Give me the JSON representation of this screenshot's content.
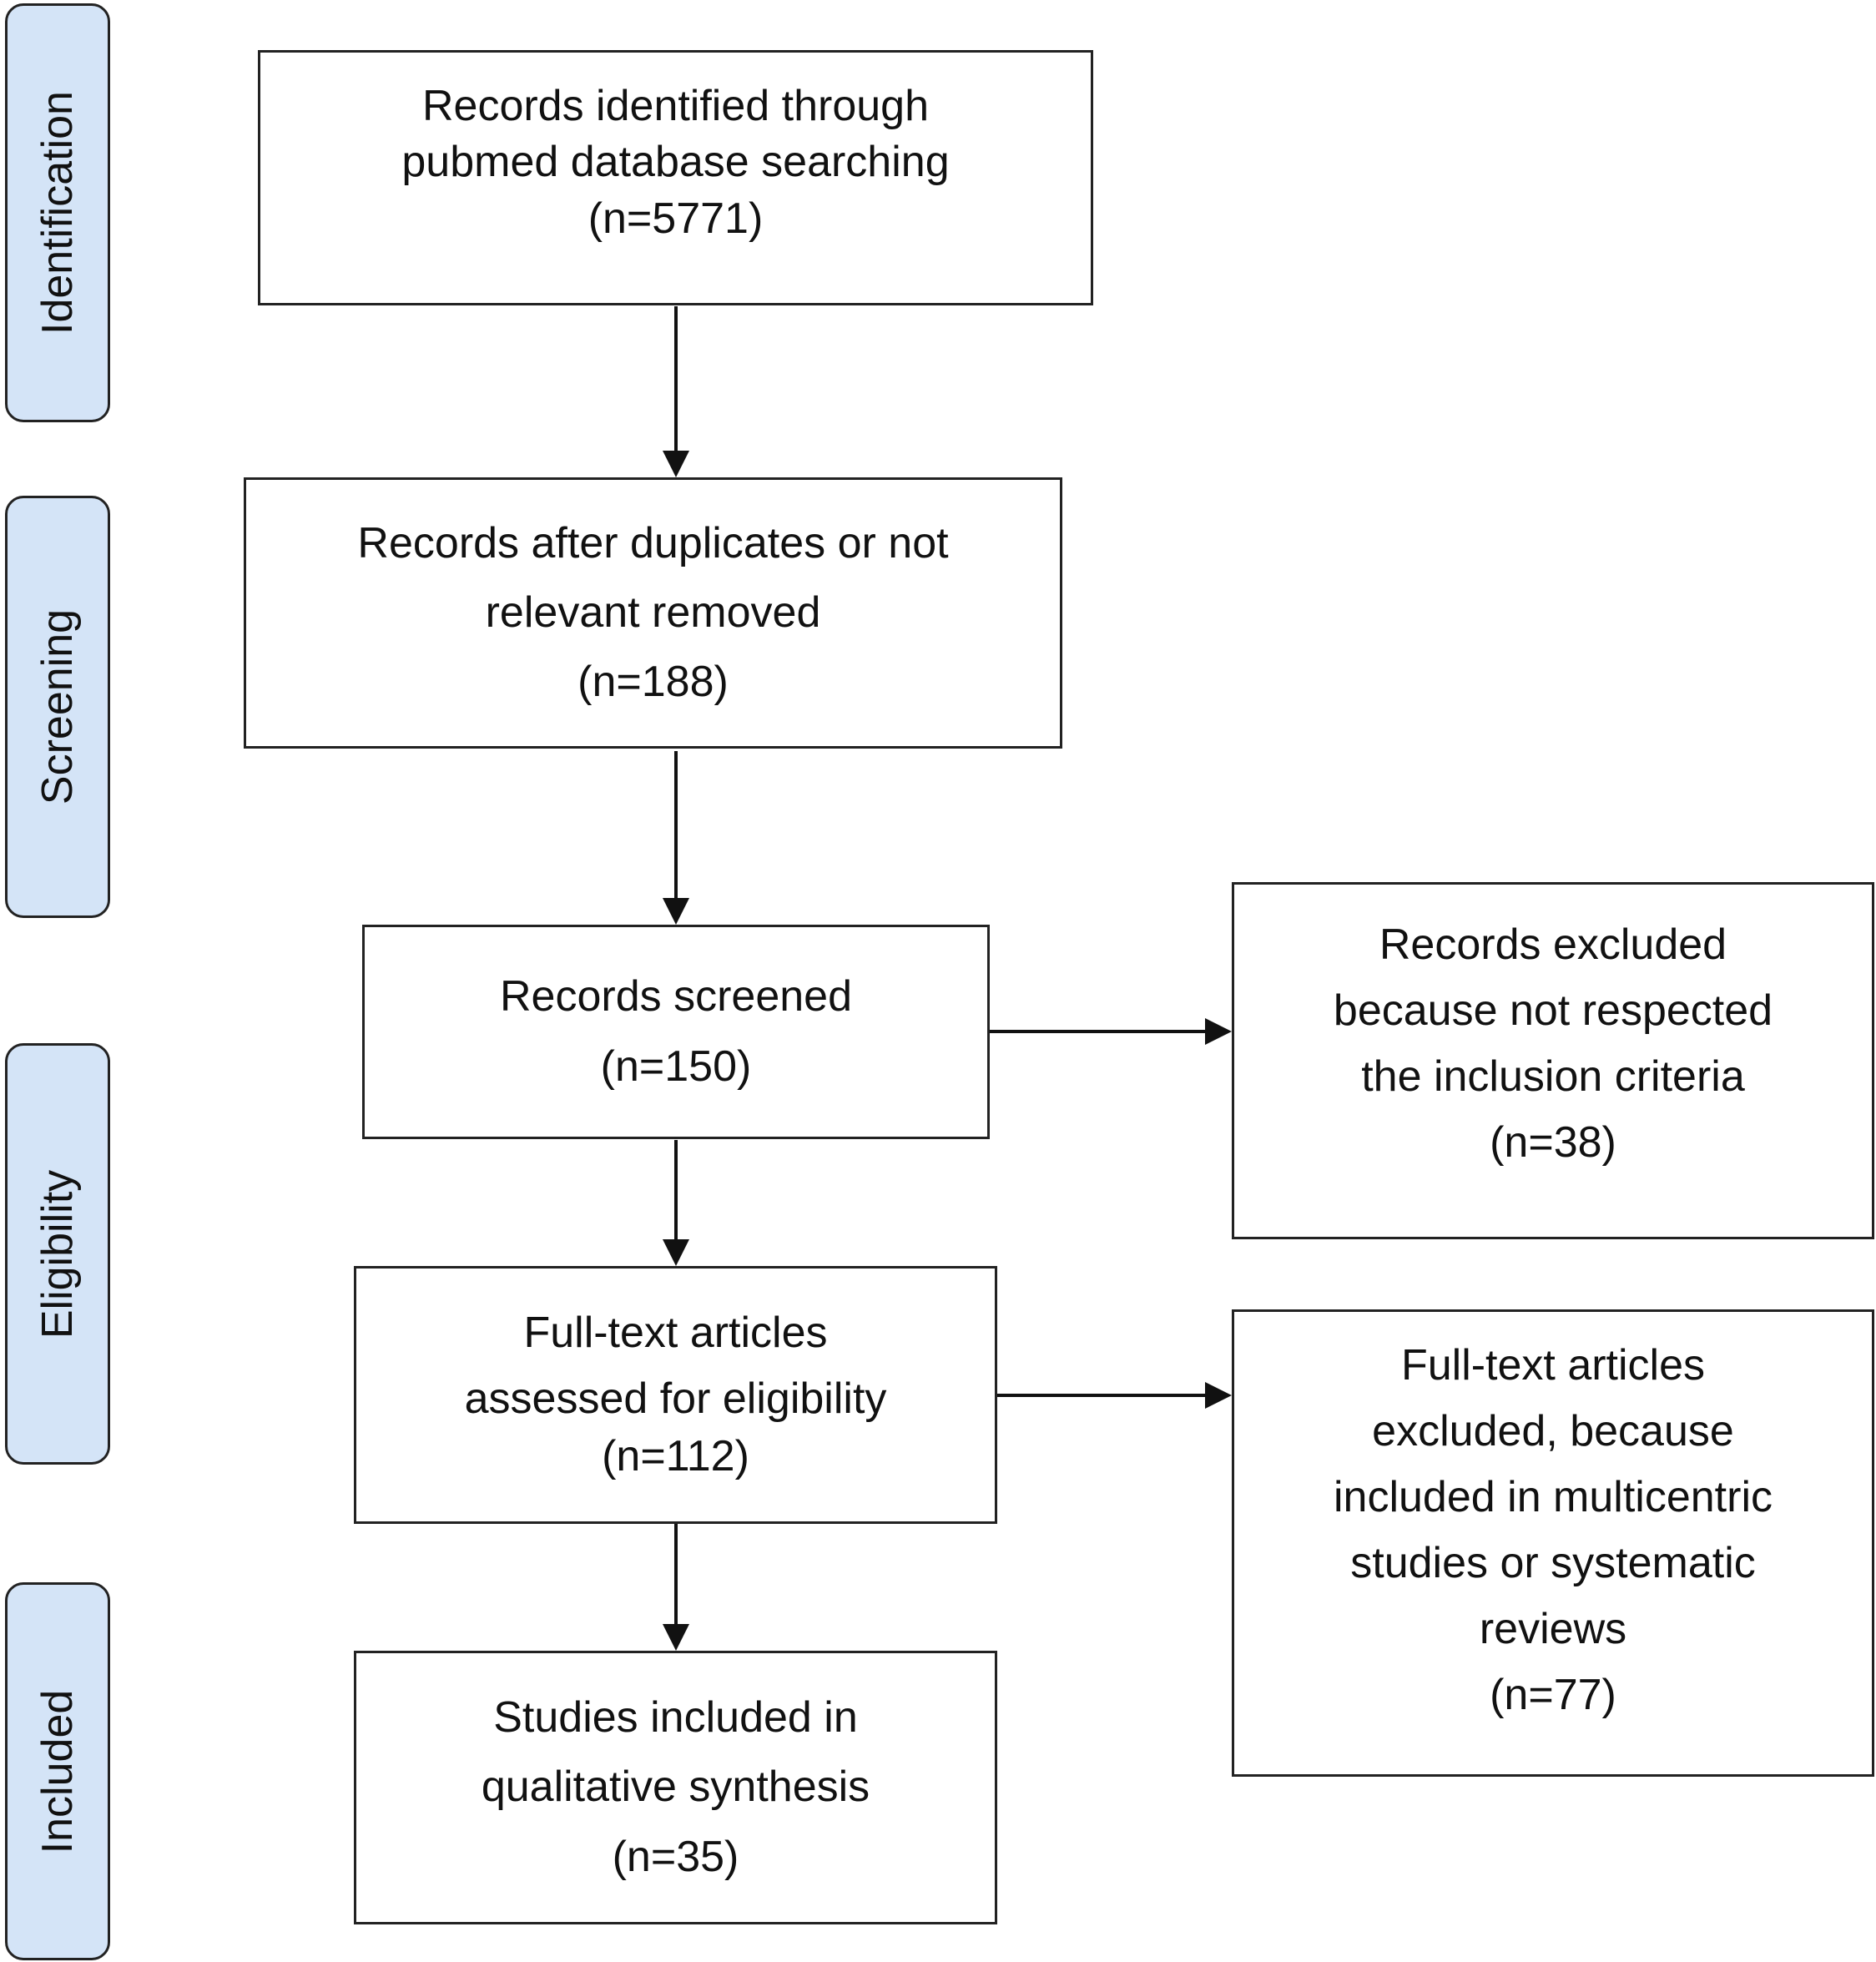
{
  "stages": {
    "identification": "Identification",
    "screening": "Screening",
    "eligibility": "Eligibility",
    "included": "Included"
  },
  "boxes": {
    "identified": [
      "Records identified through",
      "pubmed database searching",
      "(n=5771)"
    ],
    "after_duplicates": [
      "Records after duplicates or not",
      "relevant removed",
      "(n=188)"
    ],
    "screened": [
      "Records screened",
      "(n=150)"
    ],
    "excluded_criteria": [
      "Records excluded",
      "because not respected",
      "the inclusion criteria",
      "(n=38)"
    ],
    "fulltext_assessed": [
      "Full-text articles",
      "assessed for eligibility",
      "(n=112)"
    ],
    "fulltext_excluded": [
      "Full-text articles",
      "excluded, because",
      "included in multicentric",
      "studies or systematic",
      "reviews",
      "(n=77)"
    ],
    "included_studies": [
      "Studies included in",
      "qualitative synthesis",
      "(n=35)"
    ]
  },
  "colors": {
    "stage_fill": "#d4e4f7",
    "line": "#111111"
  }
}
